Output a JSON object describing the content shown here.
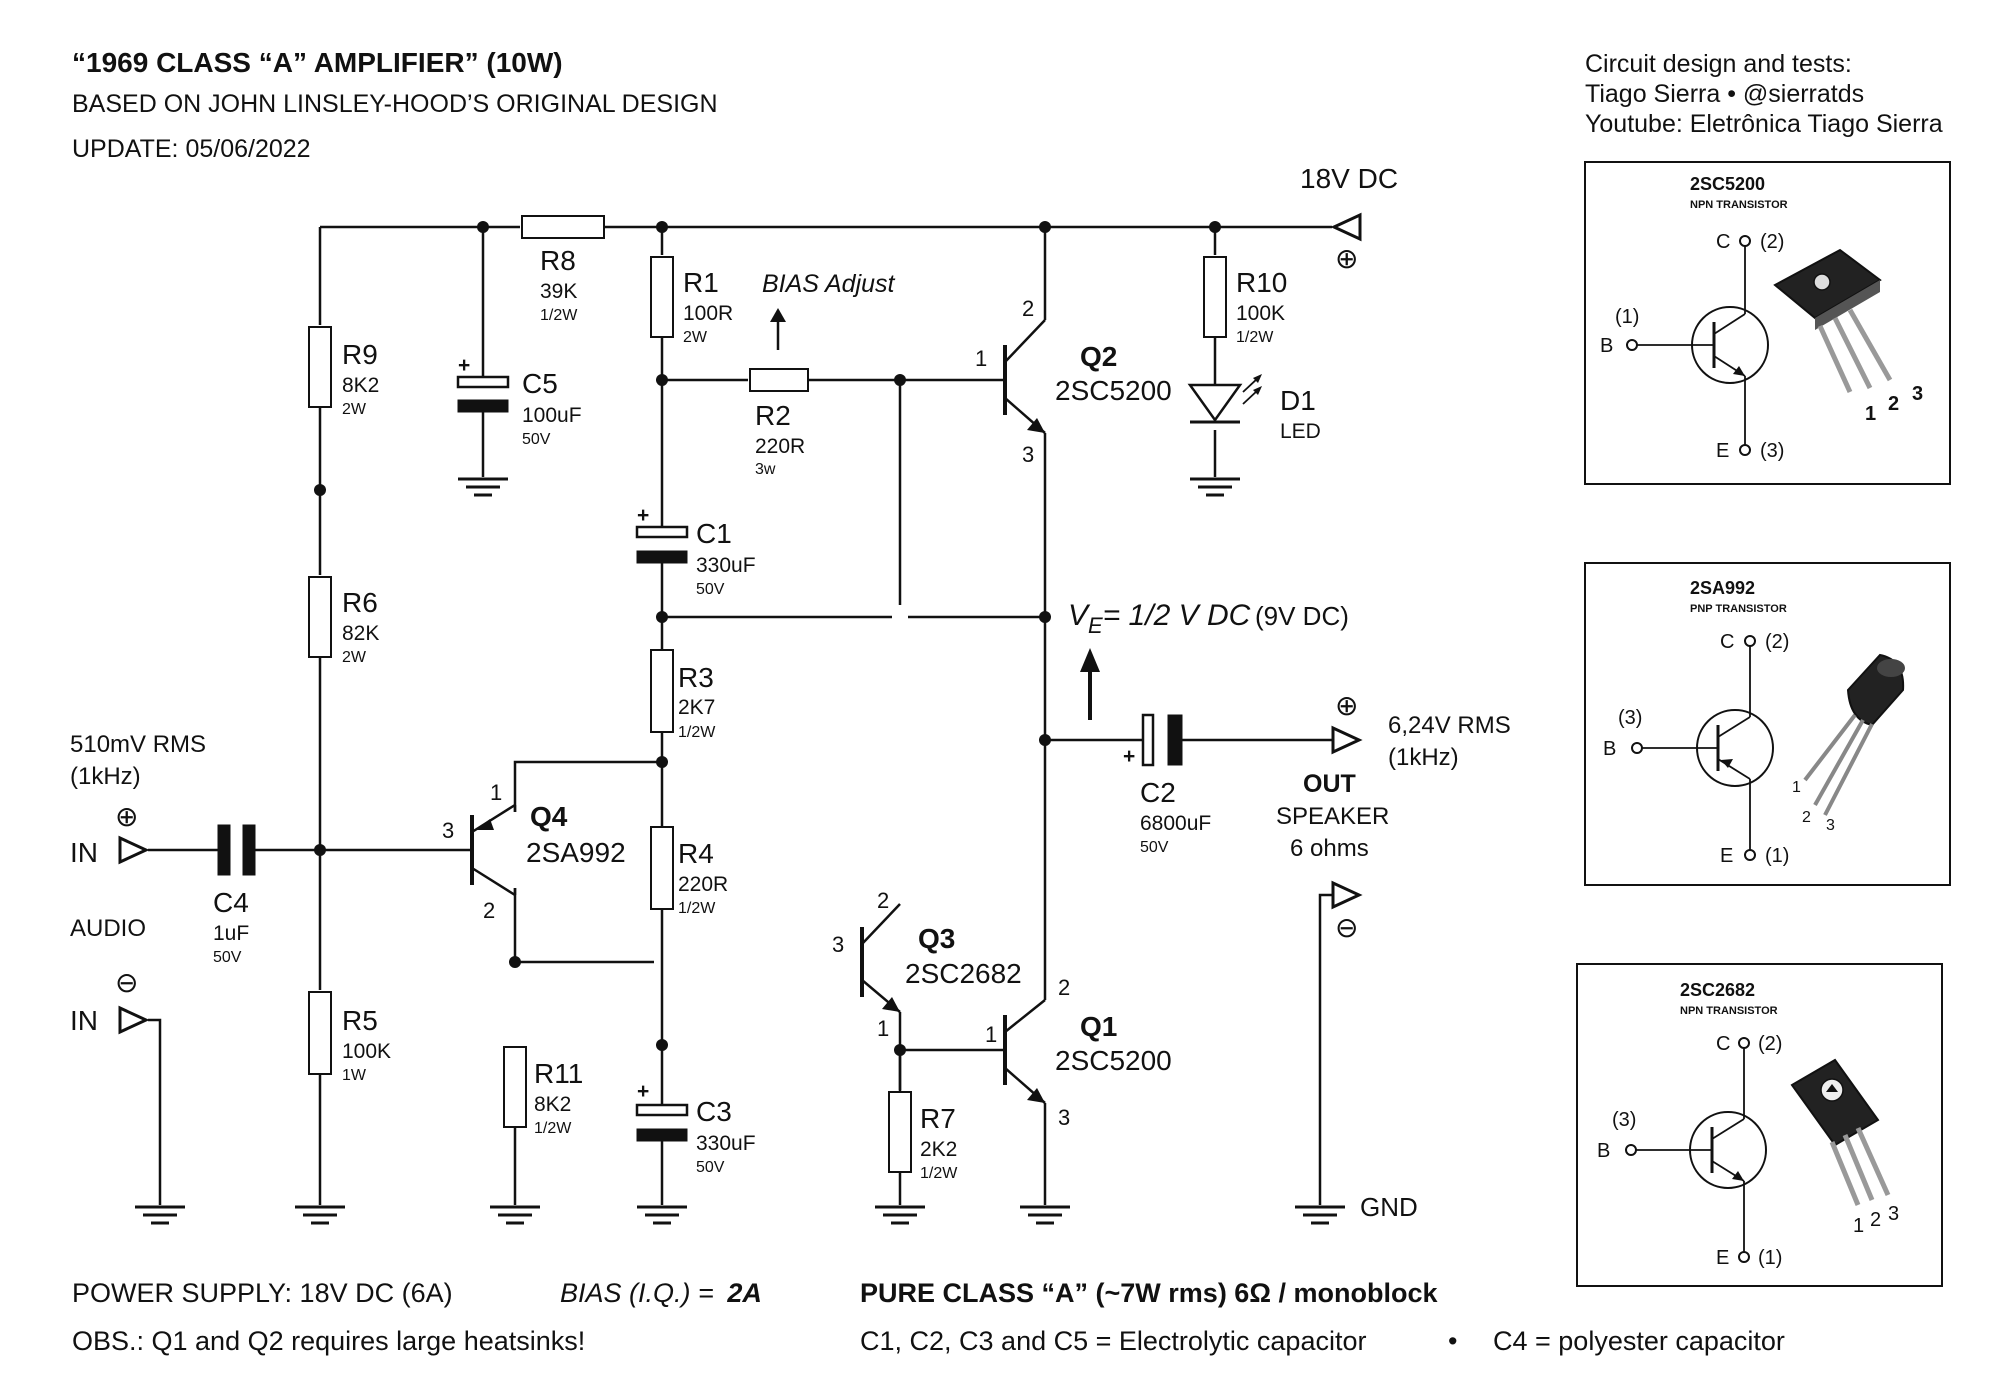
{
  "header": {
    "title": "“1969 CLASS “A” AMPLIFIER” (10W)",
    "subtitle": "BASED ON JOHN LINSLEY-HOOD’S ORIGINAL DESIGN",
    "update": "UPDATE: 05/06/2022"
  },
  "credits": {
    "line1": "Circuit design and tests:",
    "line2": "Tiago Sierra • @sierratds",
    "line3": "Youtube: Eletrônica Tiago Sierra"
  },
  "supply": {
    "label": "18V DC",
    "plus": "⊕"
  },
  "components": {
    "R1": {
      "name": "R1",
      "value": "100R",
      "rating": "2W"
    },
    "R2": {
      "name": "R2",
      "value": "220R",
      "rating": "3w"
    },
    "R3": {
      "name": "R3",
      "value": "2K7",
      "rating": "1/2W"
    },
    "R4": {
      "name": "R4",
      "value": "220R",
      "rating": "1/2W"
    },
    "R5": {
      "name": "R5",
      "value": "100K",
      "rating": "1W"
    },
    "R6": {
      "name": "R6",
      "value": "82K",
      "rating": "2W"
    },
    "R7": {
      "name": "R7",
      "value": "2K2",
      "rating": "1/2W"
    },
    "R8": {
      "name": "R8",
      "value": "39K",
      "rating": "1/2W"
    },
    "R9": {
      "name": "R9",
      "value": "8K2",
      "rating": "2W"
    },
    "R10": {
      "name": "R10",
      "value": "100K",
      "rating": "1/2W"
    },
    "R11": {
      "name": "R11",
      "value": "8K2",
      "rating": "1/2W"
    },
    "C1": {
      "name": "C1",
      "value": "330uF",
      "rating": "50V"
    },
    "C2": {
      "name": "C2",
      "value": "6800uF",
      "rating": "50V"
    },
    "C3": {
      "name": "C3",
      "value": "330uF",
      "rating": "50V"
    },
    "C4": {
      "name": "C4",
      "value": "1uF",
      "rating": "50V"
    },
    "C5": {
      "name": "C5",
      "value": "100uF",
      "rating": "50V"
    },
    "D1": {
      "name": "D1",
      "value": "LED"
    },
    "Q1": {
      "name": "Q1",
      "part": "2SC5200"
    },
    "Q2": {
      "name": "Q2",
      "part": "2SC5200"
    },
    "Q3": {
      "name": "Q3",
      "part": "2SC2682"
    },
    "Q4": {
      "name": "Q4",
      "part": "2SA992"
    }
  },
  "pins": {
    "p1": "1",
    "p2": "2",
    "p3": "3"
  },
  "polarity": {
    "plus": "+",
    "circle_plus": "⊕",
    "circle_minus": "⊖"
  },
  "annotations": {
    "bias_adjust": "BIAS Adjust",
    "ve_main": "V",
    "ve_sub": "E",
    "ve_rest": "= 1/2 V DC",
    "ve_value": "(9V DC)"
  },
  "input": {
    "level": "510mV RMS",
    "freq": "(1kHz)",
    "in_label": "IN",
    "audio_label": "AUDIO"
  },
  "output": {
    "level": "6,24V RMS",
    "freq": "(1kHz)",
    "out_label": "OUT",
    "speaker_label": "SPEAKER",
    "impedance": "6 ohms",
    "gnd_label": "GND"
  },
  "notes": {
    "power_supply": "POWER SUPPLY: 18V DC (6A)",
    "bias_label": "BIAS (I.Q.) =",
    "bias_value": "2A",
    "pure_class": "PURE CLASS “A” (~7W rms) 6Ω / monoblock",
    "obs": "OBS.: Q1 and Q2 requires large heatsinks!",
    "caps_electrolytic": "C1, C2, C3 and C5 = Electrolytic capacitor",
    "bullet": "•",
    "caps_polyester": "C4 = polyester capacitor"
  },
  "packages": [
    {
      "part": "2SC5200",
      "type": "NPN TRANSISTOR",
      "c_pin": "C",
      "c_num": "(2)",
      "b_pin": "B",
      "b_num": "(1)",
      "e_pin": "E",
      "e_num": "(3)",
      "leads": [
        "1",
        "2",
        "3"
      ]
    },
    {
      "part": "2SA992",
      "type": "PNP TRANSISTOR",
      "c_pin": "C",
      "c_num": "(2)",
      "b_pin": "B",
      "b_num": "(3)",
      "e_pin": "E",
      "e_num": "(1)",
      "leads": [
        "1",
        "2",
        "3"
      ]
    },
    {
      "part": "2SC2682",
      "type": "NPN TRANSISTOR",
      "c_pin": "C",
      "c_num": "(2)",
      "b_pin": "B",
      "b_num": "(3)",
      "e_pin": "E",
      "e_num": "(1)",
      "leads": [
        "1",
        "2",
        "3"
      ]
    }
  ]
}
